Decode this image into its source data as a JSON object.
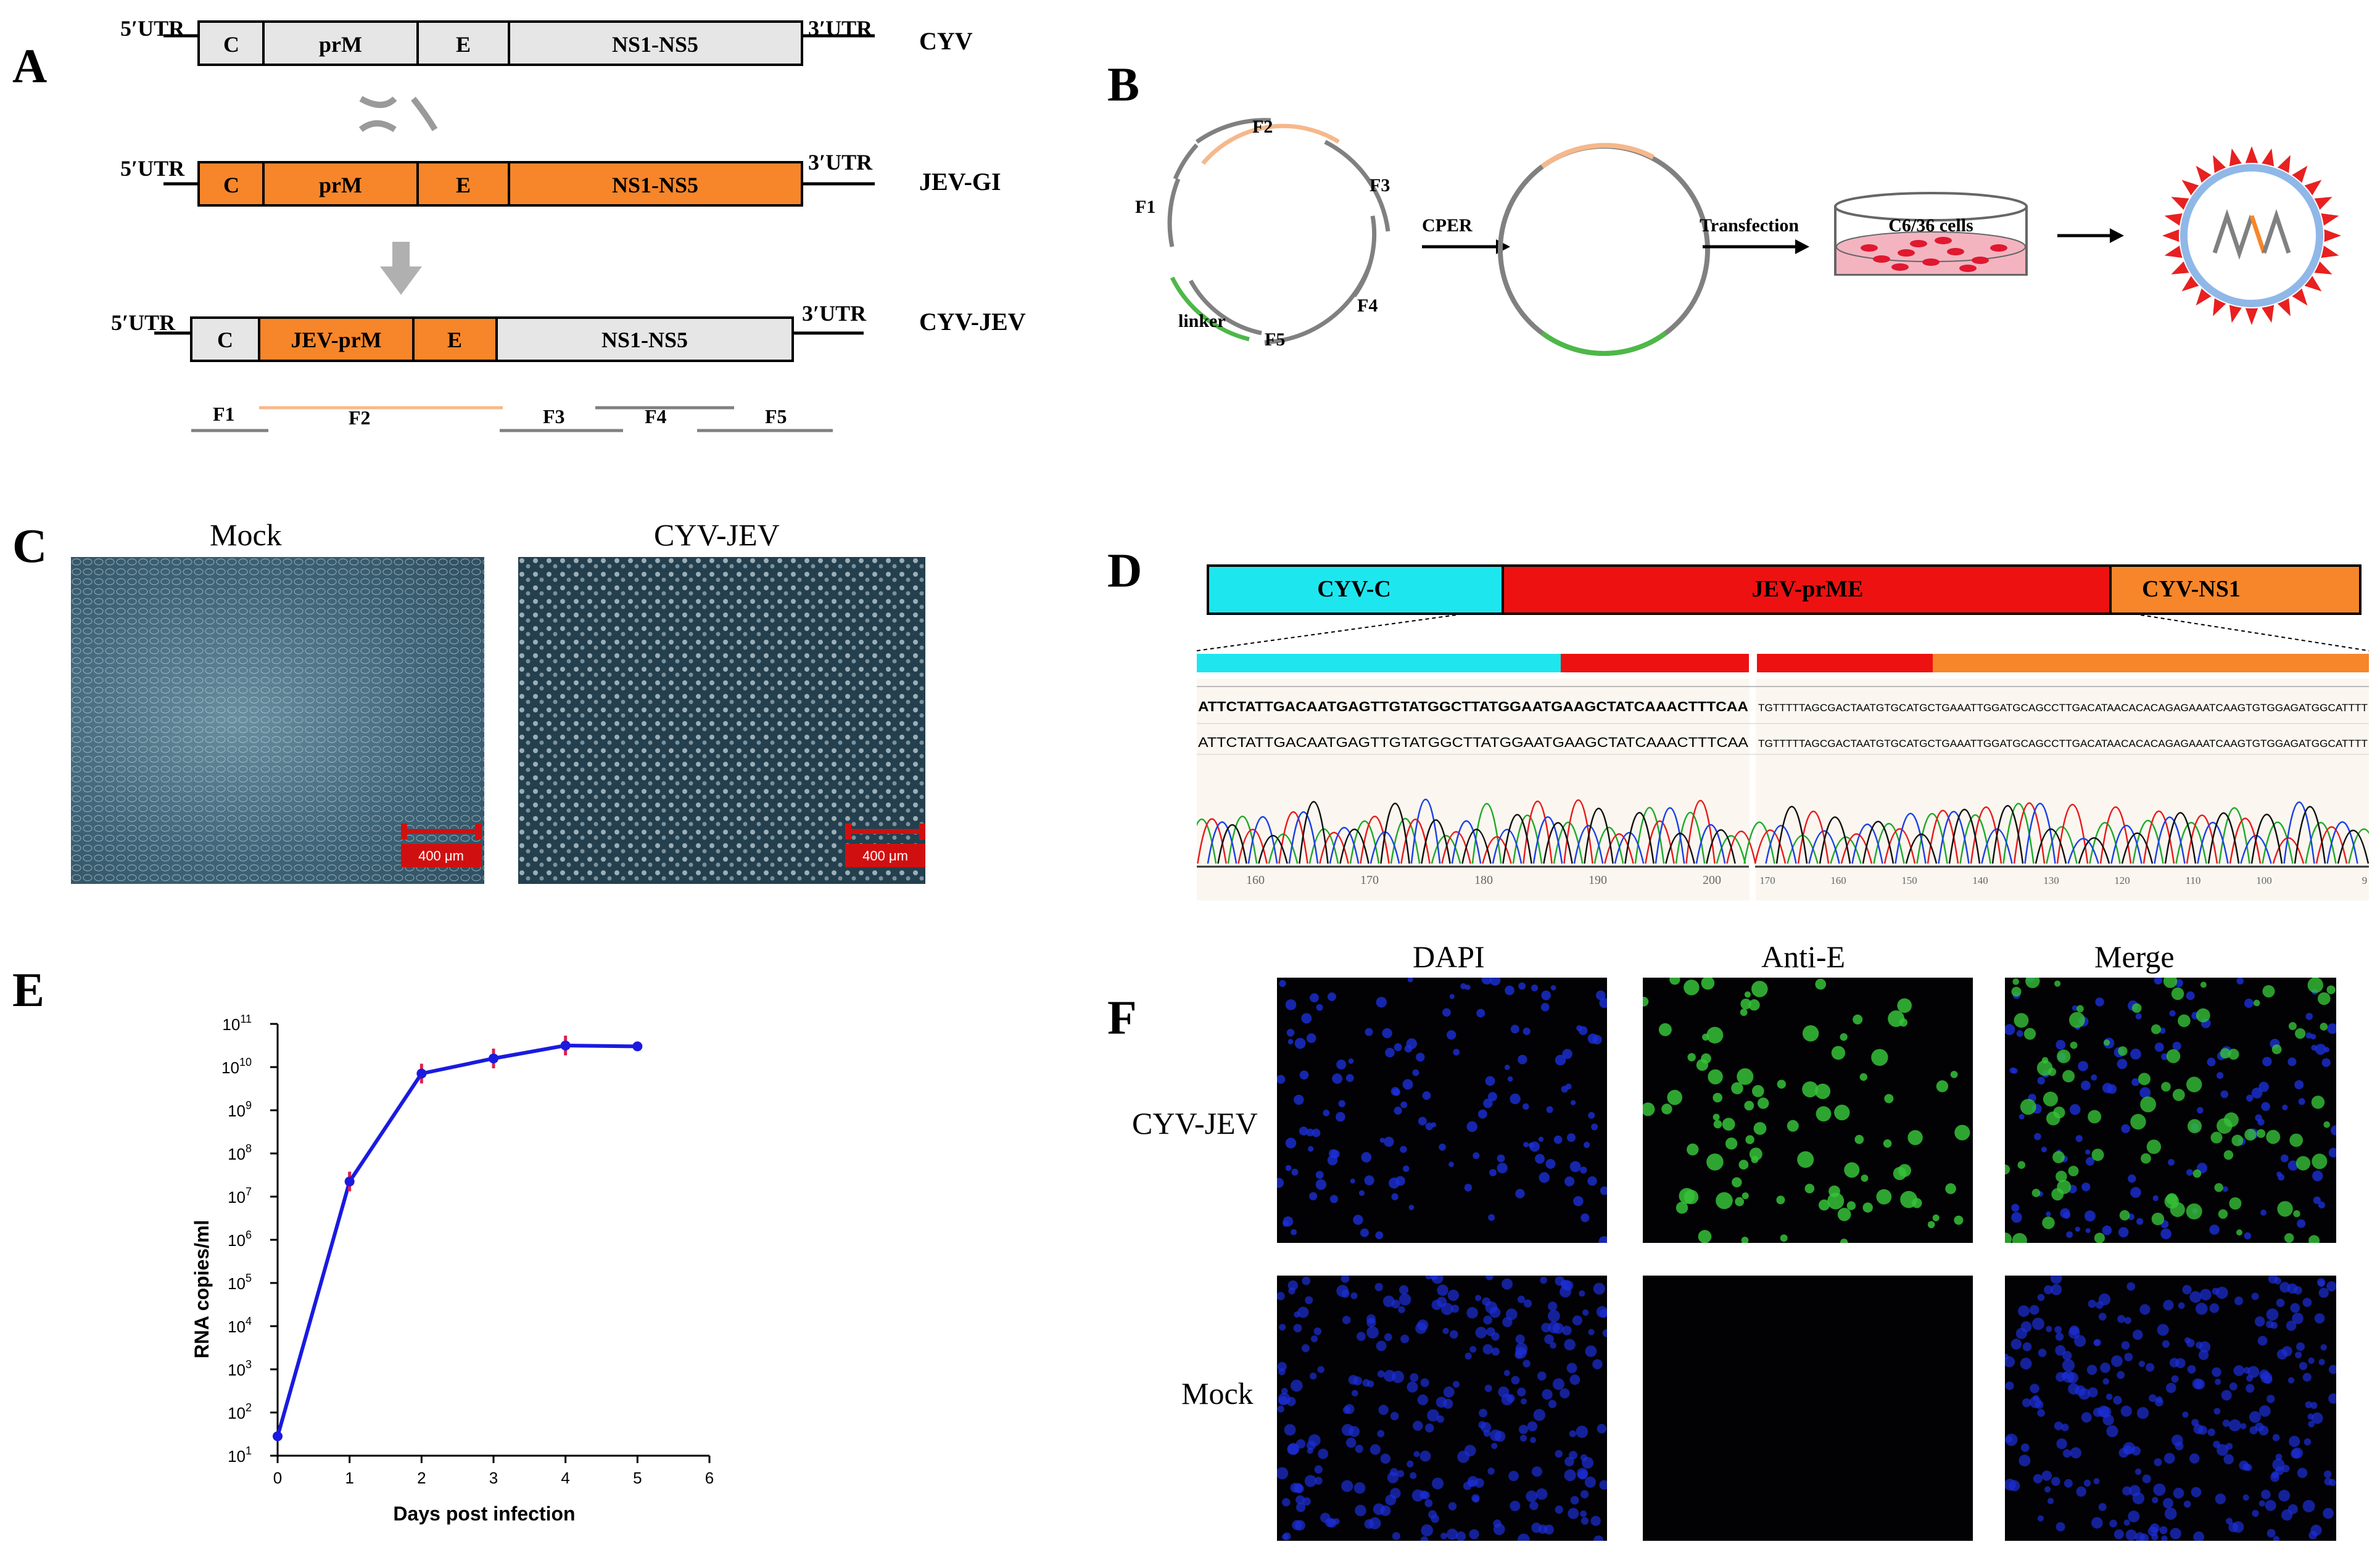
{
  "panels": {
    "A": {
      "label": "A",
      "utr5": "5′UTR",
      "utr3": "3′UTR",
      "constructs": [
        {
          "name": "CYV",
          "segments": [
            "C",
            "prM",
            "E",
            "NS1-NS5"
          ]
        },
        {
          "name": "JEV-GI",
          "segments": [
            "C",
            "prM",
            "E",
            "NS1-NS5"
          ]
        },
        {
          "name": "CYV-JEV",
          "segments": [
            "C",
            "JEV-prM",
            "E",
            "NS1-NS5"
          ]
        }
      ],
      "fragments": [
        "F1",
        "F2",
        "F3",
        "F4",
        "F5"
      ]
    },
    "B": {
      "label": "B",
      "fragments": [
        "F1",
        "F2",
        "F3",
        "F4",
        "F5"
      ],
      "linker": "linker",
      "step1": "CPER",
      "step2": "Transfection",
      "cells": "C6/36 cells"
    },
    "C": {
      "label": "C",
      "titles": [
        "Mock",
        "CYV-JEV"
      ],
      "scalebar": "400 μm"
    },
    "D": {
      "label": "D",
      "regions": [
        "CYV-C",
        "JEV-prME",
        "CYV-NS1"
      ],
      "seq_left": "ATTCTATTGACAATGAGTTGTATGGCTTATGGAATGAAGCTATCAAACTTTCAA",
      "seq_right": "TGTTTTTAGCGACTAATGTGCATGCTGAAATTGGATGCAGCCTTGACATAACACACAGAGAAATCAAGTGTGGAGATGGCATTTT",
      "axis_left": [
        "160",
        "170",
        "180",
        "190",
        "200"
      ],
      "axis_right": [
        "170",
        "160",
        "150",
        "140",
        "130",
        "120",
        "110",
        "100",
        "9"
      ]
    },
    "E": {
      "label": "E",
      "xlabel": "Days post infection",
      "ylabel": "RNA copies/ml"
    },
    "F": {
      "label": "F",
      "columns": [
        "DAPI",
        "Anti-E",
        "Merge"
      ],
      "rows": [
        "CYV-JEV",
        "Mock"
      ]
    }
  },
  "colors": {
    "orange": "#f7862a",
    "grey_box": "#e6e6e6",
    "cyan": "#1ee6ee",
    "red": "#ee1111",
    "blue_line": "#1a1ae0",
    "marker_red": "#e0204a"
  },
  "chart_data": {
    "type": "line",
    "x": [
      0,
      1,
      2,
      3,
      4,
      5
    ],
    "log10_y": [
      1.45,
      7.35,
      9.85,
      10.2,
      10.5,
      10.48
    ],
    "xlim": [
      0,
      6
    ],
    "xticks": [
      "0",
      "1",
      "2",
      "3",
      "4",
      "5",
      "6"
    ],
    "ylim_log10": [
      1,
      11
    ],
    "yscale": "log",
    "ytick_exponents": [
      "1",
      "2",
      "3",
      "4",
      "5",
      "6",
      "7",
      "8",
      "9",
      "10",
      "11"
    ],
    "xlabel": "Days post infection",
    "ylabel": "RNA copies/ml"
  }
}
